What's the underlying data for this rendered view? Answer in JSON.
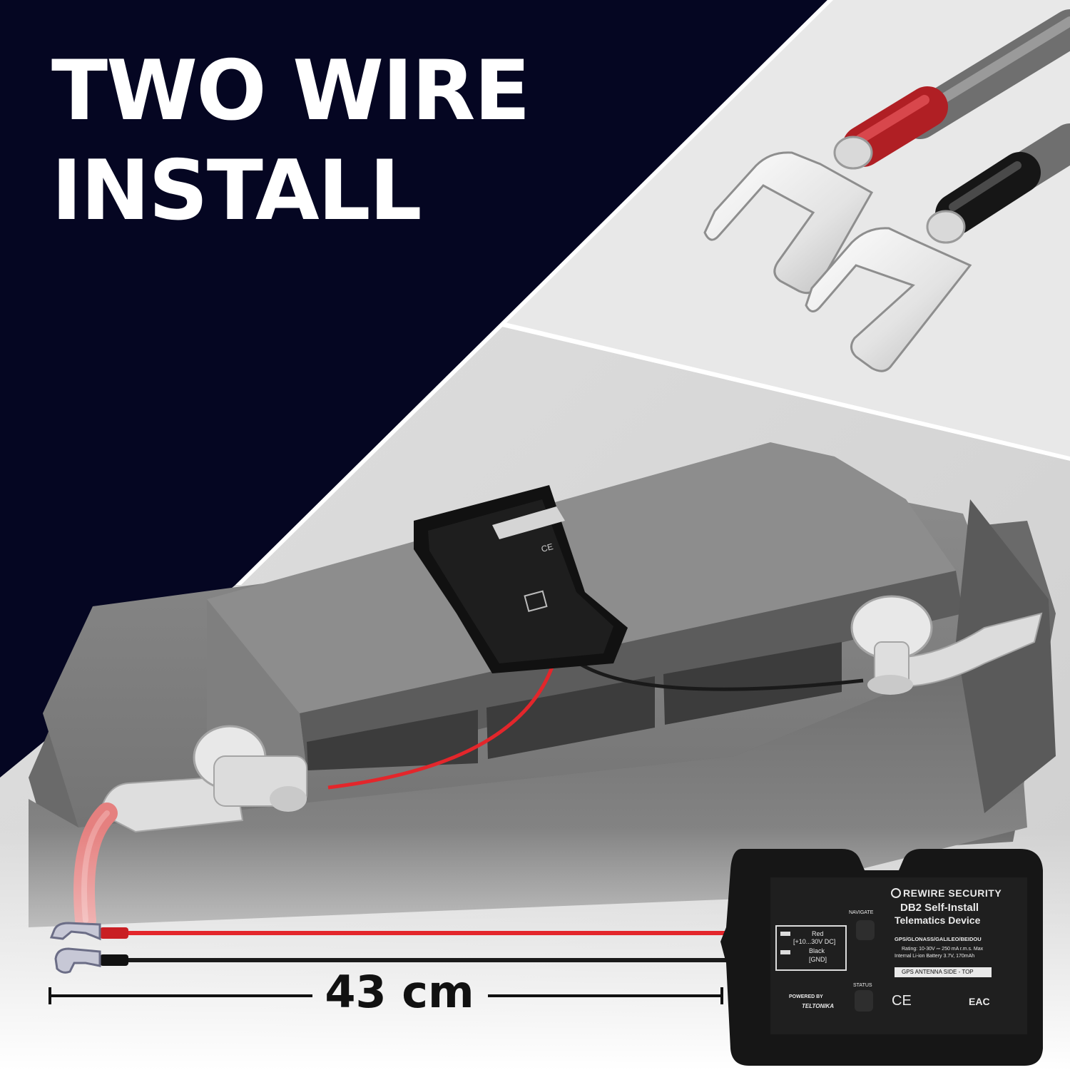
{
  "headline": {
    "line1": "TWO WIRE",
    "line2": "INSTALL"
  },
  "cable_length": "43 cm",
  "device": {
    "brand": "REWIRE SECURITY",
    "model_line1": "DB2 Self-Install",
    "model_line2": "Telematics Device",
    "gnss": "GPS/GLONASS/GALILEO/BEIDOU",
    "rating_line1": "Rating: 10-30V ⎓ 250 mA r.m.s. Max",
    "rating_line2": "Internal Li-ion Battery 3.7V, 170mAh",
    "antenna_badge": "GPS ANTENNA SIDE - TOP",
    "navigate_label": "NAVIGATE",
    "status_label": "STATUS",
    "wire_red_label": "Red",
    "wire_red_spec": "[+10...30V DC]",
    "wire_black_label": "Black",
    "wire_black_spec": "[GND]",
    "powered_by": "POWERED BY",
    "partner": "TELTONIKA",
    "ce_mark": "CE",
    "eac_mark": "EAC"
  },
  "colors": {
    "navy": "#050622",
    "wire_red": "#e3262b",
    "wire_black": "#1a1a1a",
    "battery_gray": "#7b7b7b",
    "device_black": "#1b1b1b"
  }
}
